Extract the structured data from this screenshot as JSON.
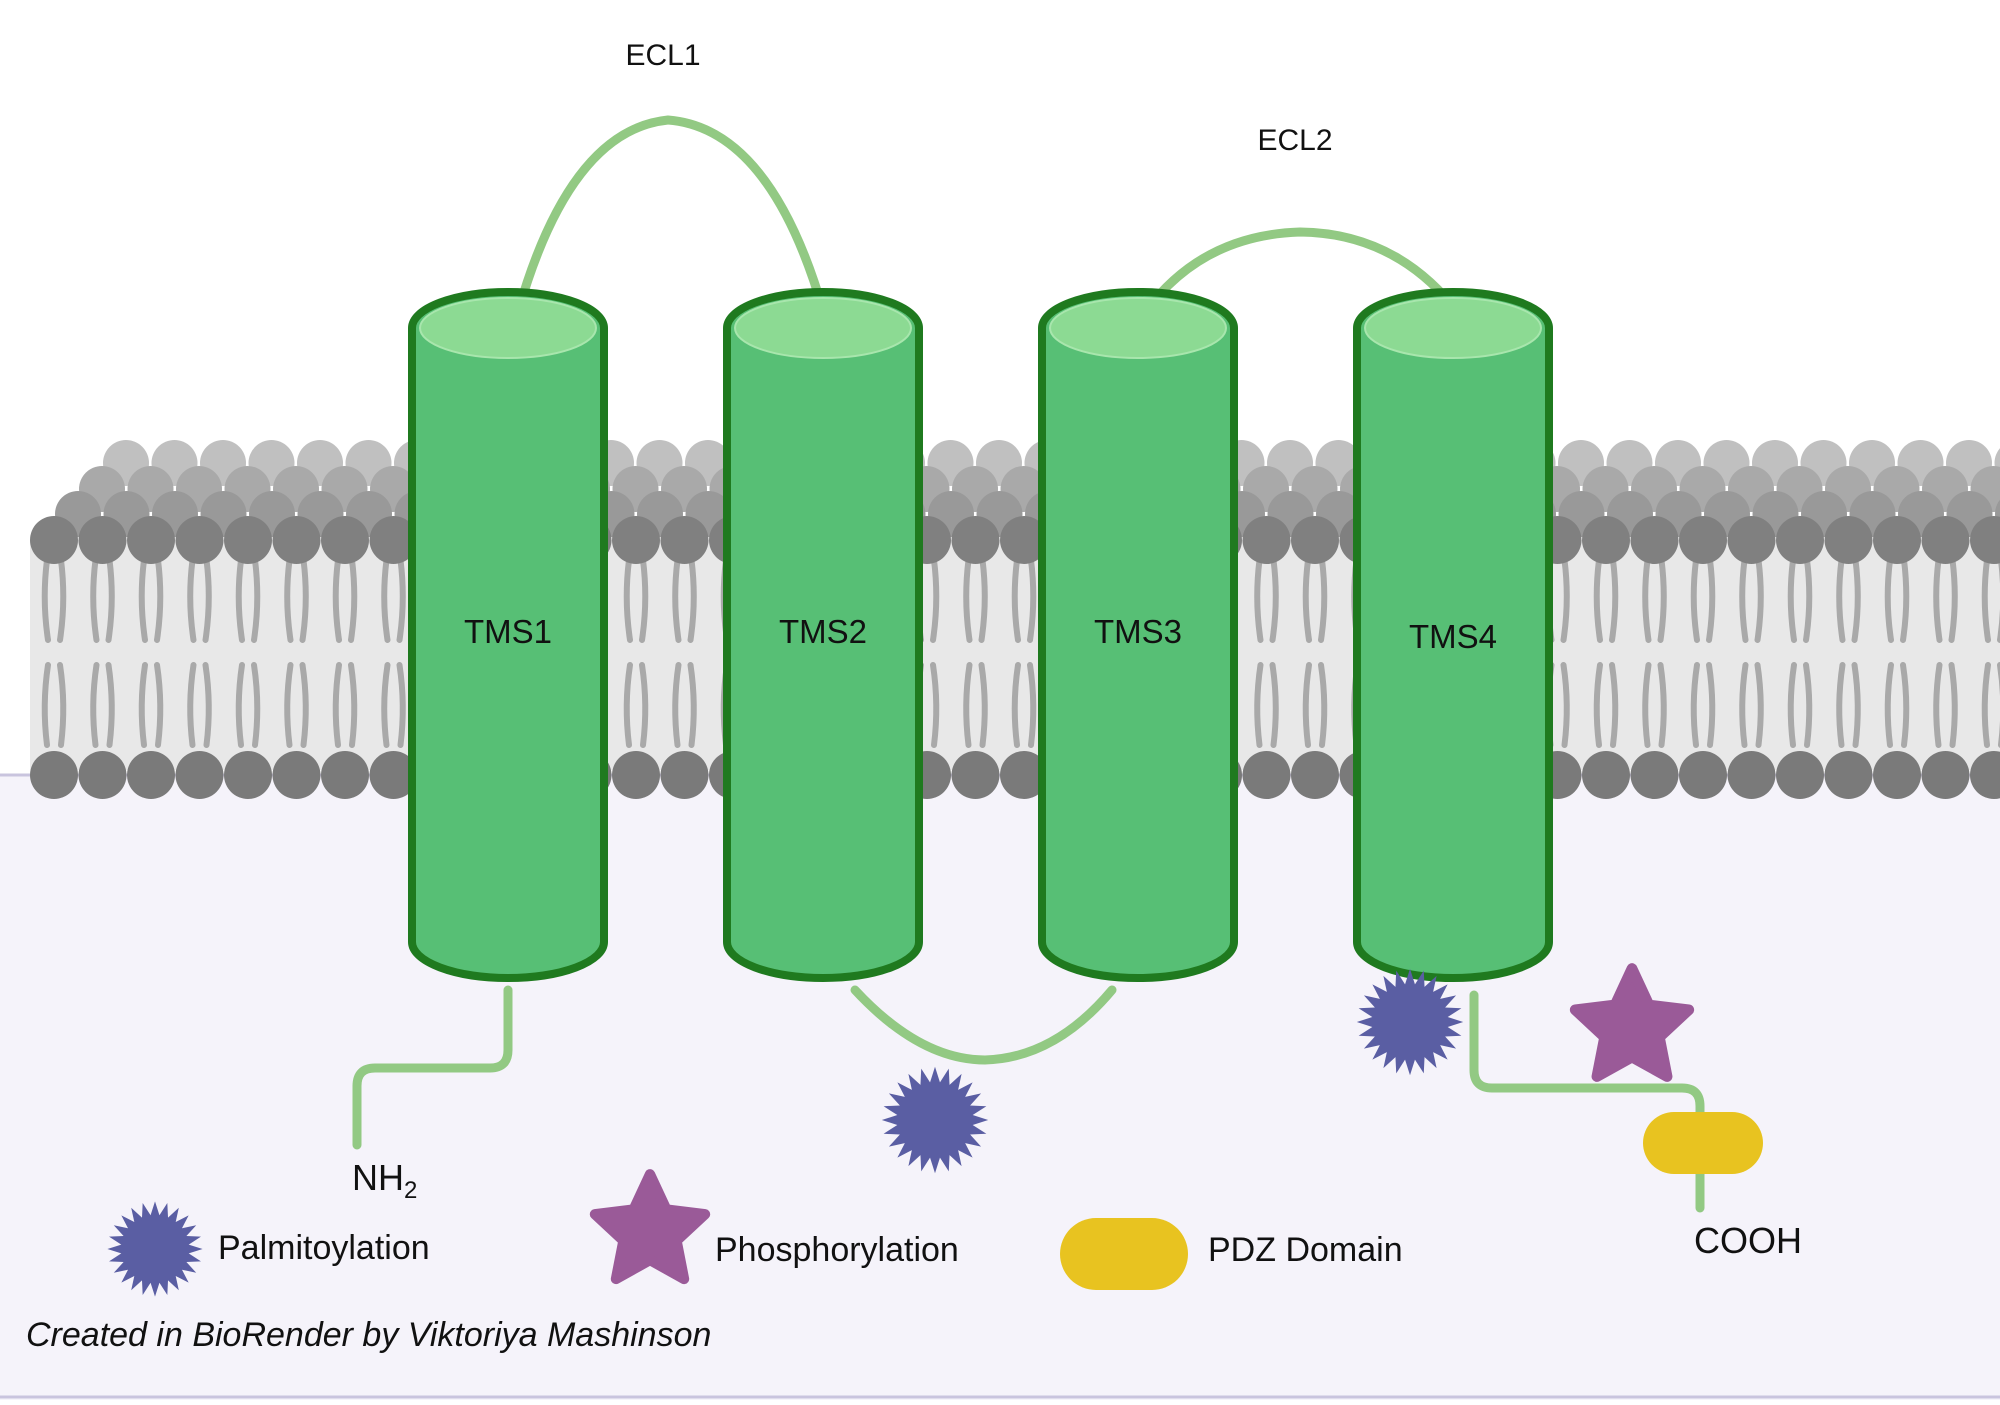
{
  "diagram": {
    "loops": {
      "ecl1": "ECL1",
      "ecl2": "ECL2"
    },
    "helices": [
      "TMS1",
      "TMS2",
      "TMS3",
      "TMS4"
    ],
    "termini": {
      "n_base": "NH",
      "n_sub": "2",
      "c": "COOH"
    },
    "legend": {
      "palmitoylation": "Palmitoylation",
      "phosphorylation": "Phosphorylation",
      "pdz": "PDZ Domain"
    },
    "credit": "Created in BioRender by Viktoriya Mashinson",
    "colors": {
      "helix_fill": "#57bf75",
      "helix_stroke": "#1f7a1f",
      "helix_top": "#8cda93",
      "loop": "#92c983",
      "lipid_head_upper": "#808080",
      "lipid_head_lower": "#7a7a7a",
      "lipid_back": "#b4b4b4",
      "membrane_core": "#e8e8e8",
      "cytoplasm": "#f5f3fa",
      "palmitoylation": "#5a5ea3",
      "phosphorylation": "#9a5a98",
      "pdz": "#e8c320"
    }
  }
}
